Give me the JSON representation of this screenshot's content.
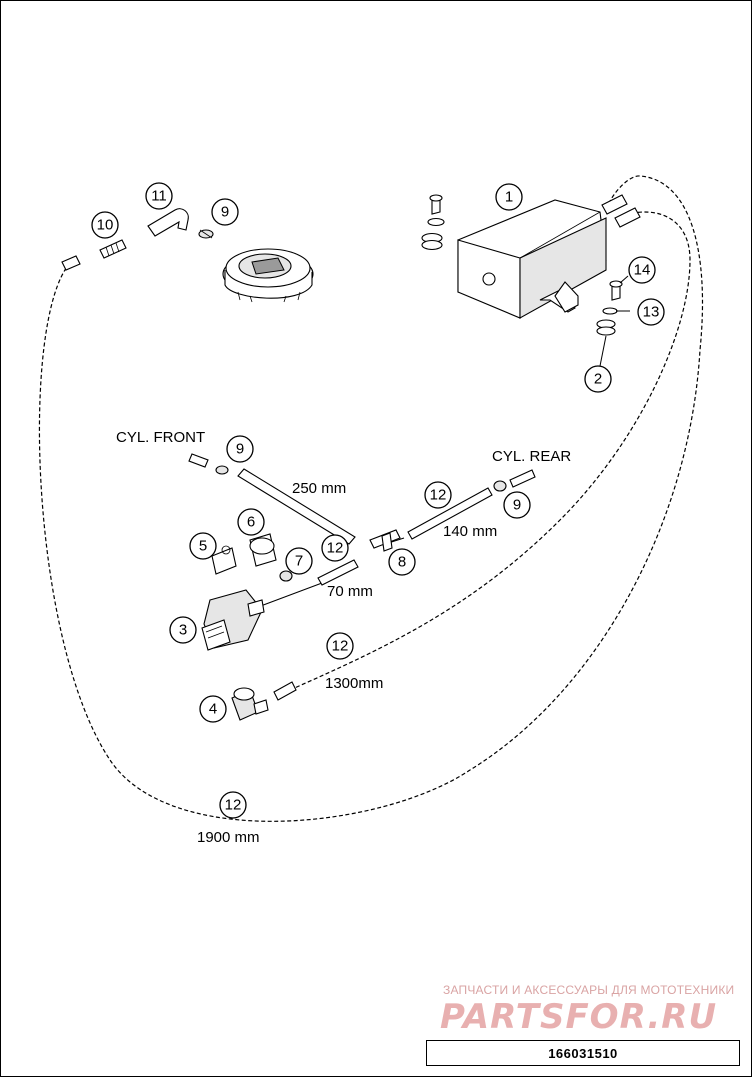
{
  "callouts": {
    "c1": "1",
    "c2": "2",
    "c3": "3",
    "c4": "4",
    "c5": "5",
    "c6": "6",
    "c7": "7",
    "c8": "8",
    "c9a": "9",
    "c9b": "9",
    "c9c": "9",
    "c10": "10",
    "c11": "11",
    "c12a": "12",
    "c12b": "12",
    "c12c": "12",
    "c12d": "12",
    "c13": "13",
    "c14": "14"
  },
  "labels": {
    "cyl_front": "CYL. FRONT",
    "cyl_rear": "CYL. REAR",
    "len_250": "250 mm",
    "len_140": "140 mm",
    "len_70": "70 mm",
    "len_1300": "1300mm",
    "len_1900": "1900 mm"
  },
  "watermark": {
    "line1": "ЗАПЧАСТИ И АКСЕССУАРЫ ДЛЯ МОТОТЕХНИКИ",
    "line2": "PARTSFOR.RU"
  },
  "drawing_code": "166031510"
}
